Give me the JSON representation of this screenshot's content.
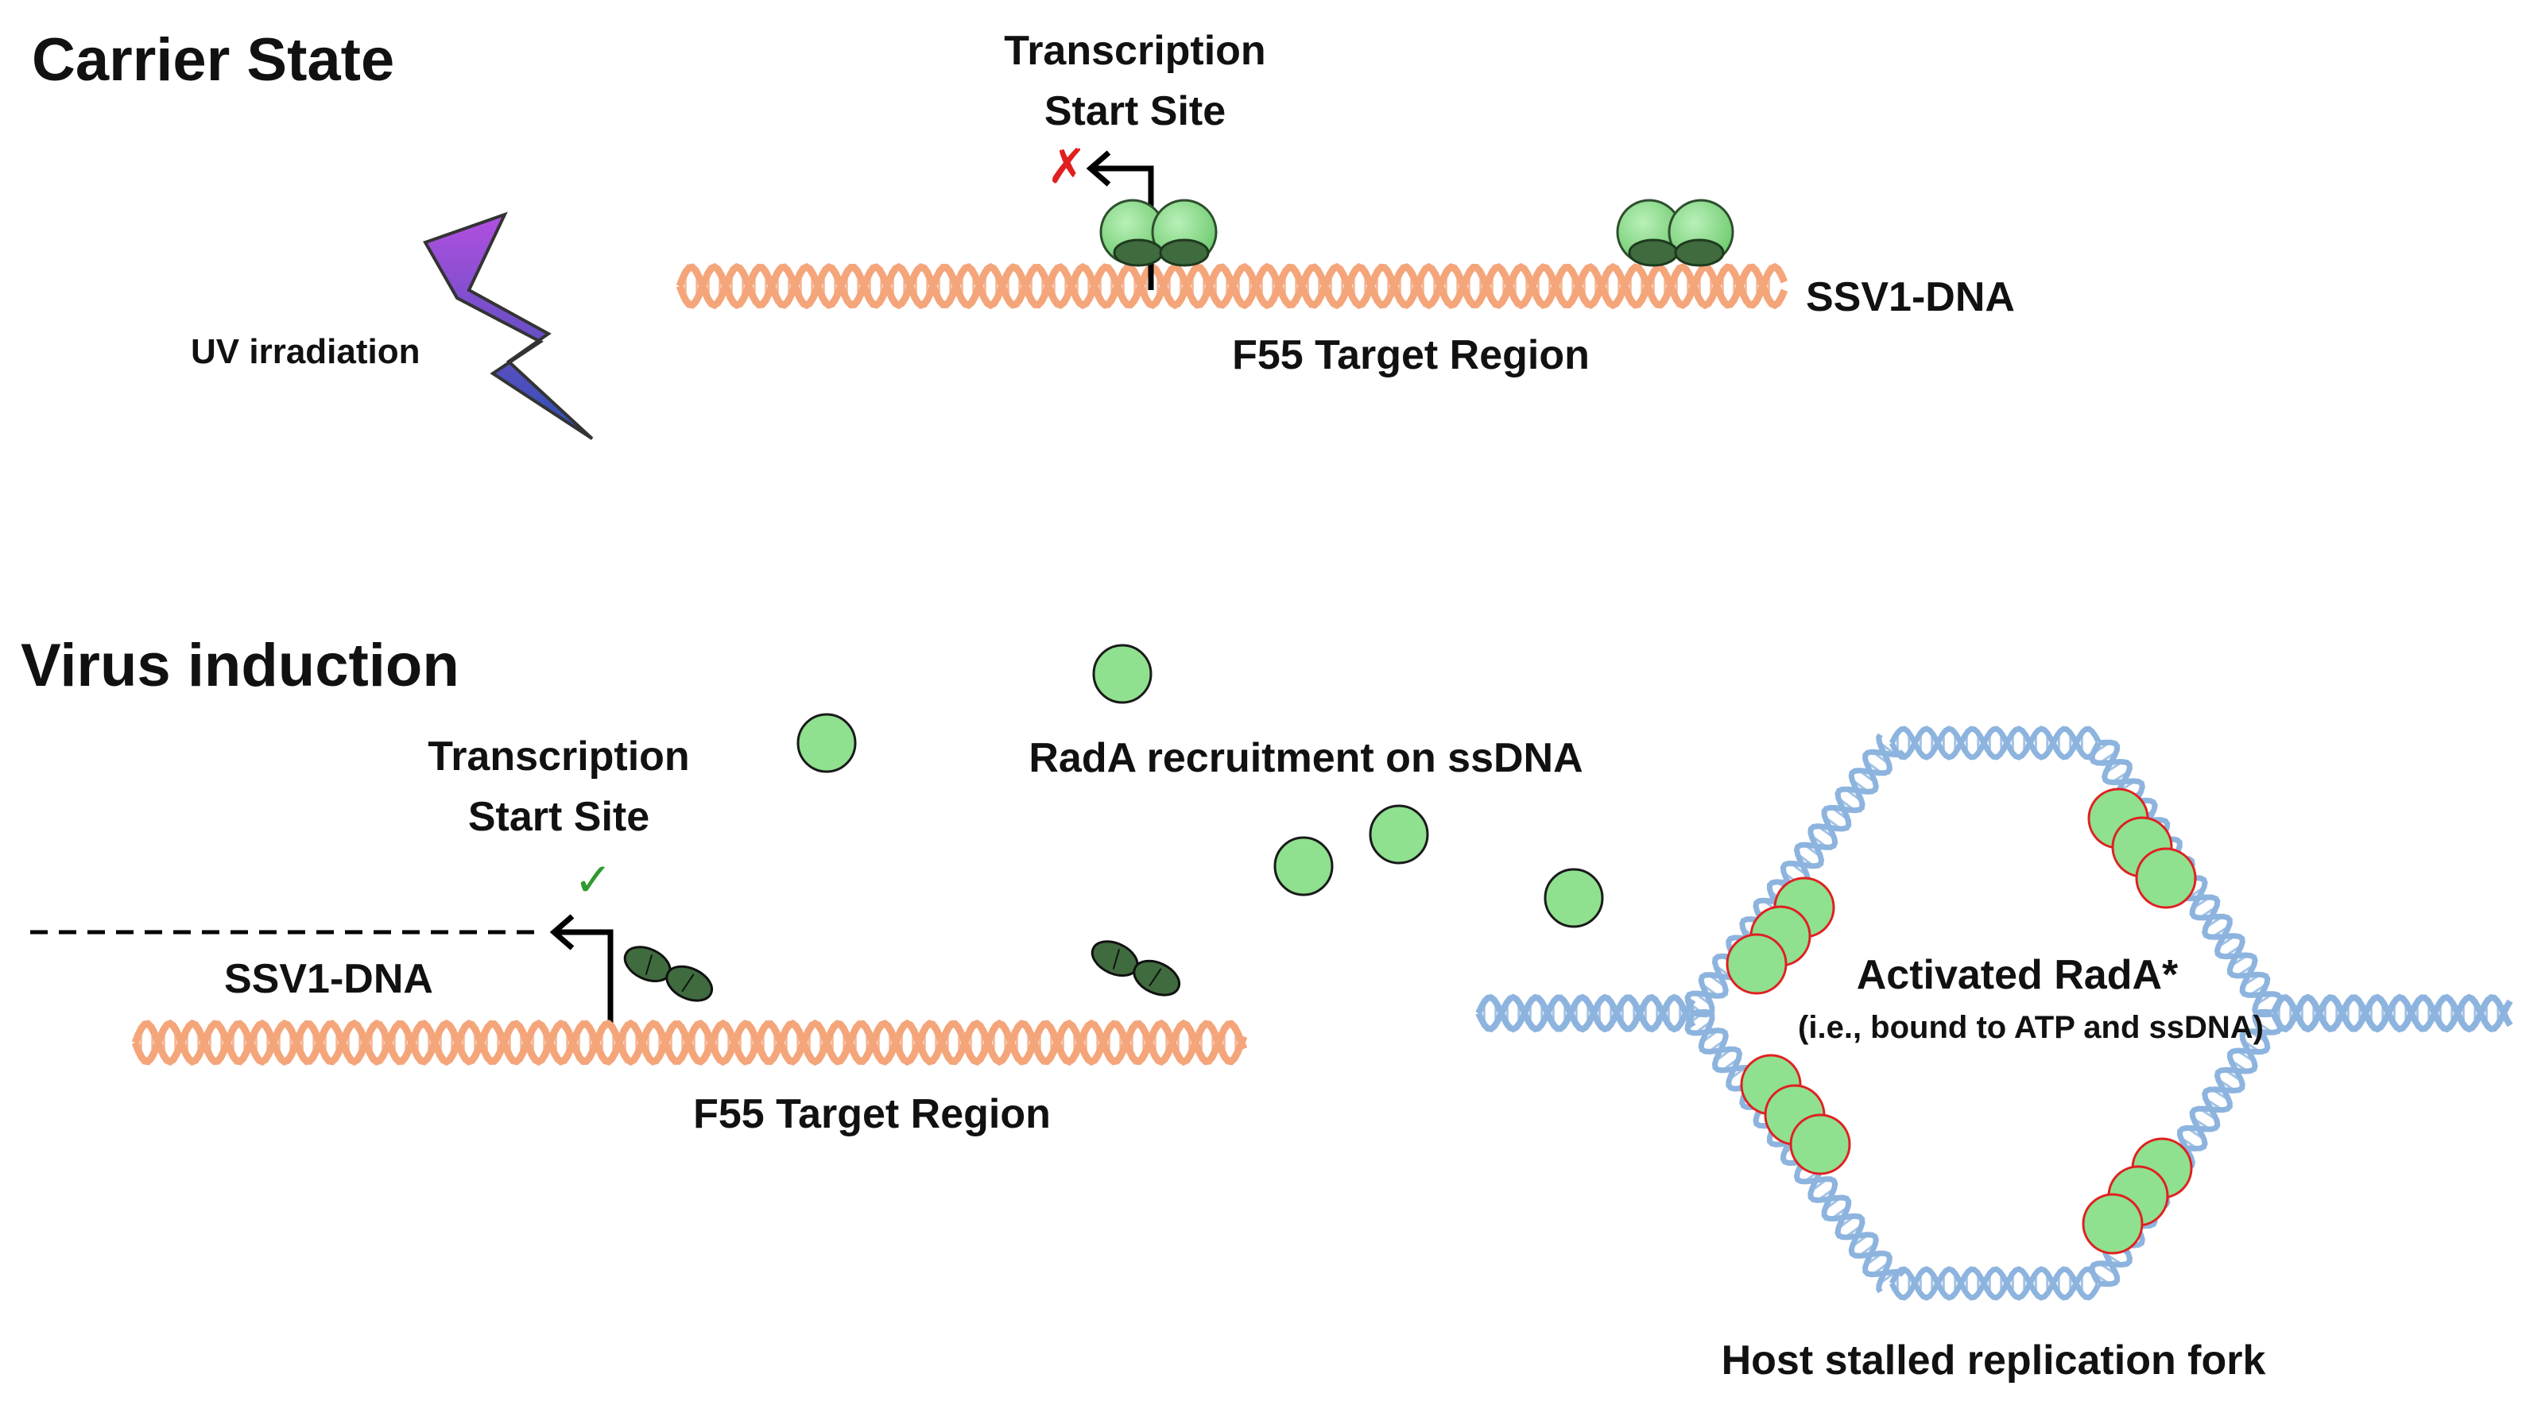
{
  "carrier": {
    "heading": "Carrier State",
    "tss_line1": "Transcription",
    "tss_line2": "Start Site",
    "blocked_mark": "✗",
    "uv_label": "UV irradiation",
    "dna_label": "SSV1-DNA",
    "target_label": "F55 Target Region"
  },
  "induction": {
    "heading": "Virus induction",
    "tss_line1": "Transcription",
    "tss_line2": "Start Site",
    "active_mark": "✓",
    "dna_label": "SSV1-DNA",
    "target_label": "F55 Target Region",
    "recruitment_label": "RadA recruitment on ssDNA",
    "activated_label": "Activated RadA*",
    "activated_sub": "(i.e., bound to ATP and ssDNA)",
    "fork_label": "Host stalled replication fork"
  },
  "colors": {
    "dna_orange": "#f4a57a",
    "dna_blue": "#8db4de",
    "protein_light": "#8fe08f",
    "protein_dark": "#3f6b3f",
    "rada_outline": "#e02020",
    "blocked": "#e02020",
    "active": "#2e9a2e",
    "uv_top": "#b24fe0",
    "uv_bottom": "#2b4fb0"
  }
}
